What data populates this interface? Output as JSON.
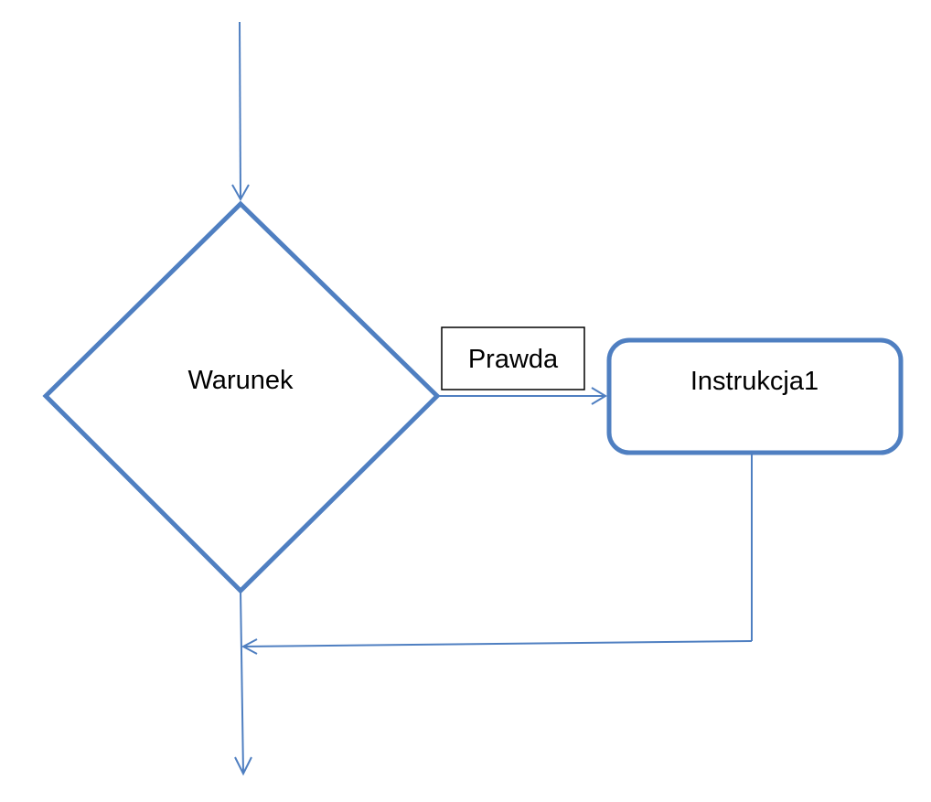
{
  "diagram": {
    "decision_label": "Warunek",
    "true_branch_label": "Prawda",
    "instruction_label": "Instrukcja1"
  },
  "colors": {
    "flow_blue": "#4f7fc1",
    "label_border": "#000000",
    "background": "#ffffff"
  }
}
